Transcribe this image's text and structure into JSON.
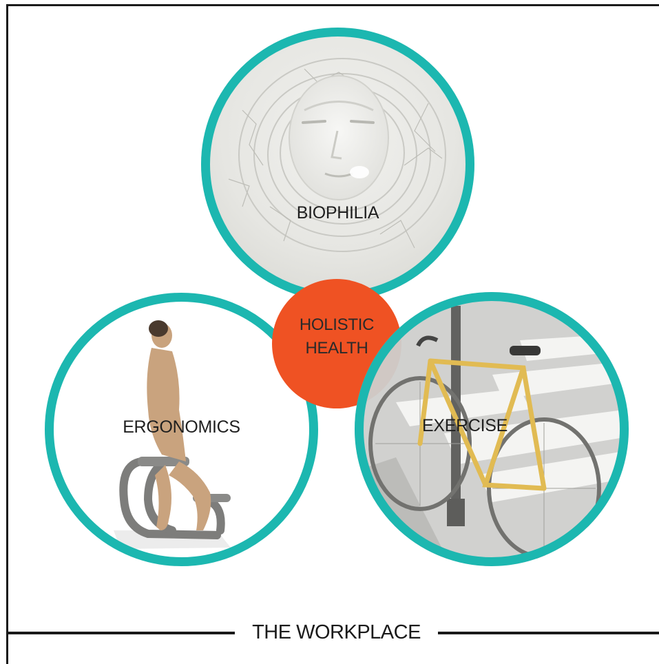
{
  "diagram": {
    "frame_label": "THE WORKPLACE",
    "center": {
      "line1": "HOLISTIC",
      "line2": "HEALTH",
      "color": "#ef5223"
    },
    "circles": [
      {
        "label": "BIOPHILIA",
        "image": "cracked-clay-face"
      },
      {
        "label": "ERGONOMICS",
        "image": "kneeling-chair-figure"
      },
      {
        "label": "EXERCISE",
        "image": "bicycle-at-pole"
      }
    ],
    "ring_color": "#1cb7b0"
  }
}
